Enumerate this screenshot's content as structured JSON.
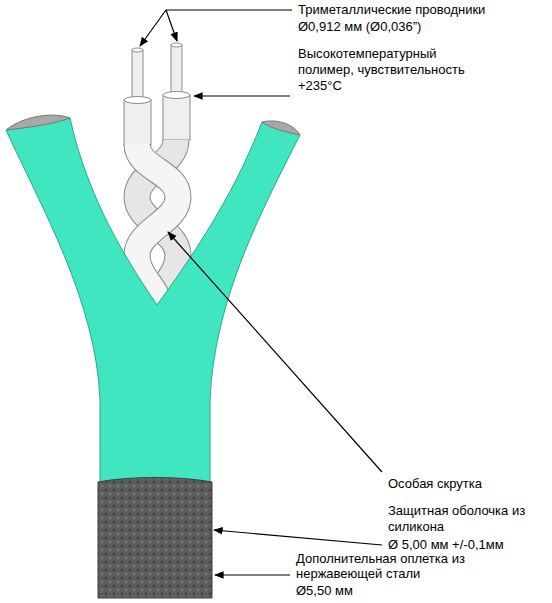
{
  "diagram": {
    "labels": [
      "Триметаллические проводники",
      "Ø0,912 мм (Ø0,036”)",
      "Высокотемпературный полимер, чувствительность +235°C",
      "Особая скрутка",
      "Защитная оболочка из силикона",
      "Ø 5,00 мм +/-0,1мм",
      "Дополнительная оплетка из нержавеющей стали",
      "Ø5,50 мм"
    ]
  }
}
